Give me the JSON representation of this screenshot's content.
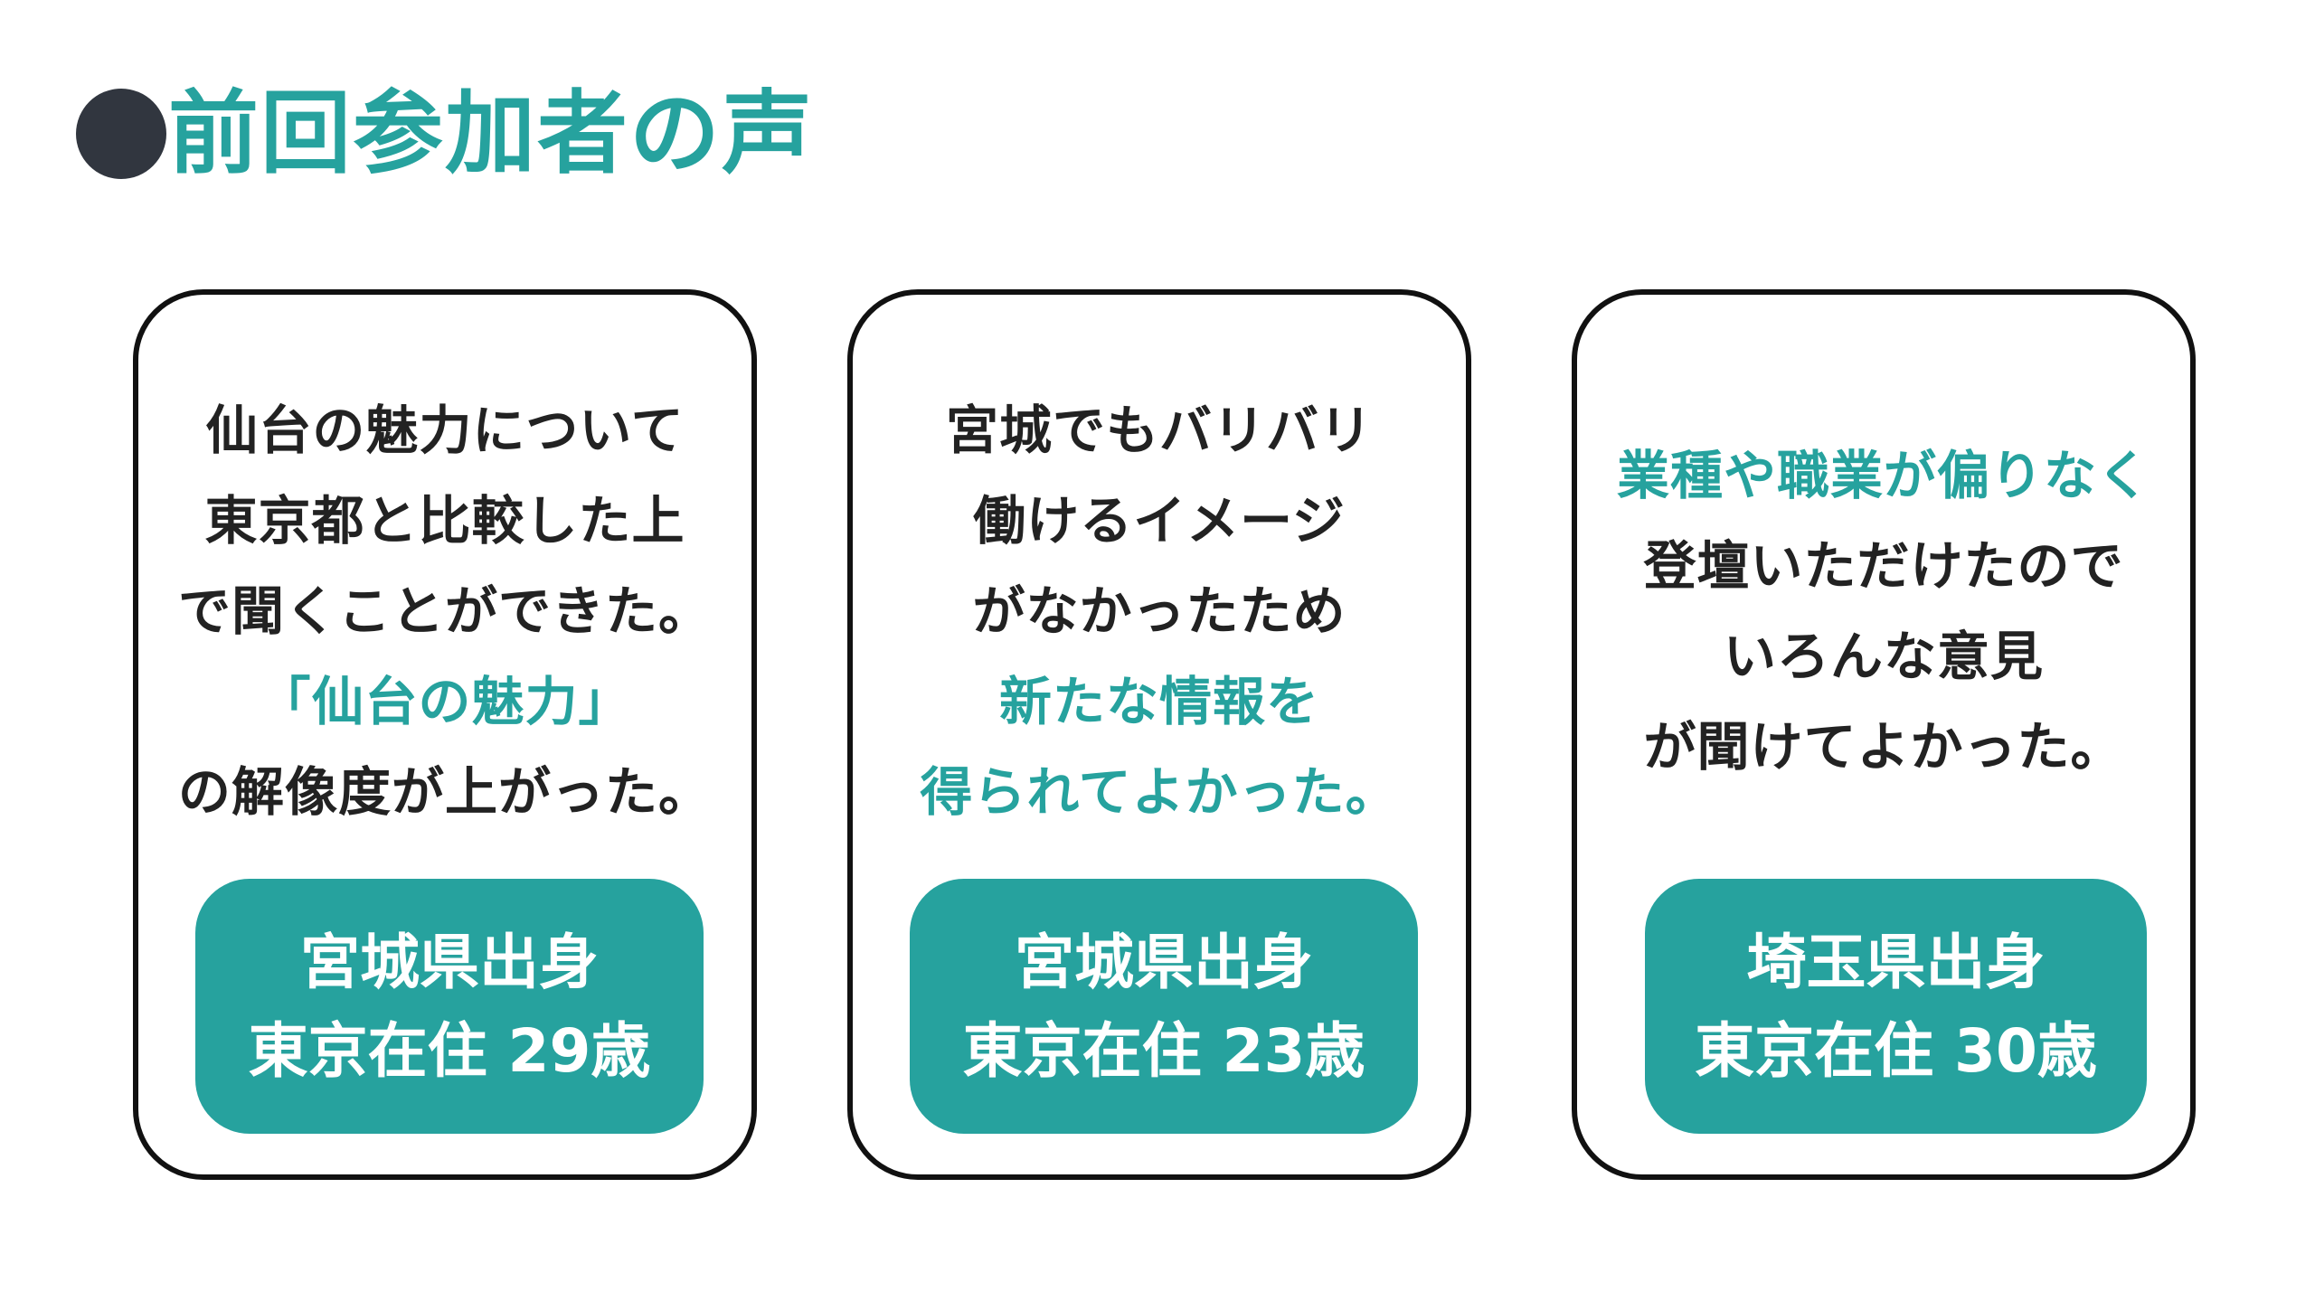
{
  "colors": {
    "accent": "#26a29e",
    "text": "#222222",
    "dot": "#31363f",
    "border": "#111111"
  },
  "header": {
    "title": "前回参加者の声",
    "bullet_icon": "filled-circle-icon"
  },
  "cards": [
    {
      "quote_lines": [
        {
          "text": "仙台の魅力について",
          "highlight": false
        },
        {
          "text": "東京都と比較した上",
          "highlight": false
        },
        {
          "text": "で聞くことができた。",
          "highlight": false
        },
        {
          "text": "「仙台の魅力」",
          "highlight": true
        },
        {
          "text": "の解像度が上がった。",
          "highlight": false
        }
      ],
      "badge": {
        "origin": "宮城県出身",
        "profile": "東京在住 29歳"
      }
    },
    {
      "quote_lines": [
        {
          "text": "宮城でもバリバリ",
          "highlight": false
        },
        {
          "text": "働けるイメージ",
          "highlight": false
        },
        {
          "text": "がなかったため",
          "highlight": false
        },
        {
          "text": "新たな情報を",
          "highlight": true
        },
        {
          "text": "得られてよかった。",
          "highlight": true
        }
      ],
      "badge": {
        "origin": "宮城県出身",
        "profile": "東京在住 23歳"
      }
    },
    {
      "quote_lines": [
        {
          "text": "業種や職業が偏りなく",
          "highlight": true
        },
        {
          "text": "登壇いただけたので",
          "highlight": false
        },
        {
          "text": "いろんな意見",
          "highlight": false
        },
        {
          "text": "が聞けてよかった。",
          "highlight": false
        }
      ],
      "badge": {
        "origin": "埼玉県出身",
        "profile": "東京在住 30歳"
      }
    }
  ]
}
